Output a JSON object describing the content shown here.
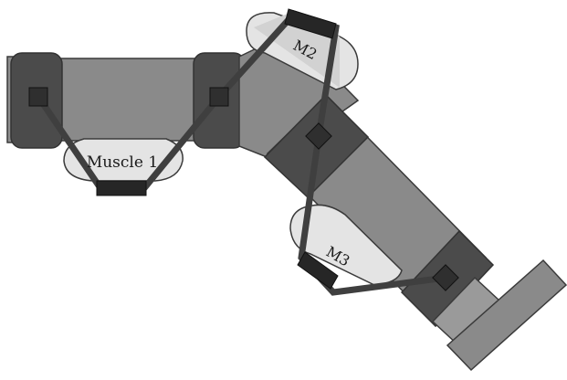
{
  "diagram": {
    "colors": {
      "background": "#ffffff",
      "link": "#8a8a8a",
      "joint": "#4b4b4b",
      "muscle": "#e4e4e4",
      "tendon": "#3f3f3f",
      "anchor": "#2f2f2f",
      "attachment": "#262626",
      "outline": "#3a3a3a"
    },
    "muscles": [
      {
        "id": "muscle-1",
        "label": "Muscle 1"
      },
      {
        "id": "muscle-2",
        "label": "M2"
      },
      {
        "id": "muscle-3",
        "label": "M3"
      }
    ]
  }
}
